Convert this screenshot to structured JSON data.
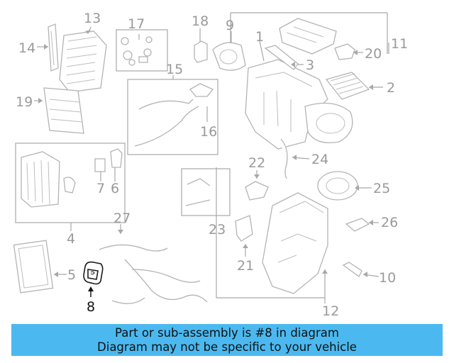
{
  "diagram": {
    "callouts": [
      {
        "id": "1",
        "label": "1"
      },
      {
        "id": "2",
        "label": "2"
      },
      {
        "id": "3",
        "label": "3"
      },
      {
        "id": "4",
        "label": "4"
      },
      {
        "id": "5",
        "label": "5"
      },
      {
        "id": "6",
        "label": "6"
      },
      {
        "id": "7",
        "label": "7"
      },
      {
        "id": "8",
        "label": "8",
        "highlighted": true
      },
      {
        "id": "9",
        "label": "9"
      },
      {
        "id": "10",
        "label": "10"
      },
      {
        "id": "11",
        "label": "11"
      },
      {
        "id": "12",
        "label": "12"
      },
      {
        "id": "13",
        "label": "13"
      },
      {
        "id": "14",
        "label": "14"
      },
      {
        "id": "15",
        "label": "15"
      },
      {
        "id": "16",
        "label": "16"
      },
      {
        "id": "17",
        "label": "17"
      },
      {
        "id": "18",
        "label": "18"
      },
      {
        "id": "19",
        "label": "19"
      },
      {
        "id": "20",
        "label": "20"
      },
      {
        "id": "21",
        "label": "21"
      },
      {
        "id": "22",
        "label": "22"
      },
      {
        "id": "23",
        "label": "23"
      },
      {
        "id": "24",
        "label": "24"
      },
      {
        "id": "25",
        "label": "25"
      },
      {
        "id": "26",
        "label": "26"
      },
      {
        "id": "27",
        "label": "27"
      }
    ],
    "colors": {
      "line": "#a8a8a8",
      "highlight": "#111111",
      "banner": "#4bb9f0"
    }
  },
  "banner": {
    "line1": "Part or sub-assembly is #8 in diagram",
    "line2": "Diagram may not be specific to your vehicle"
  }
}
